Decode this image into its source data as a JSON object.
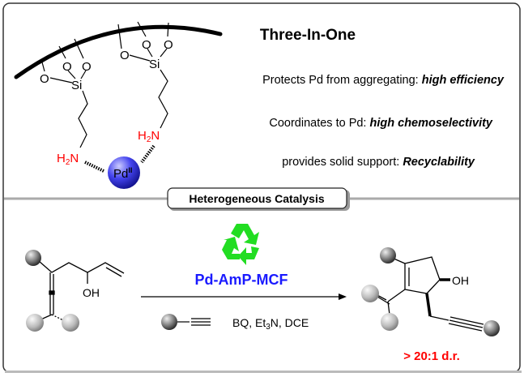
{
  "title": "Three-In-One",
  "features": [
    {
      "prefix": "Protects Pd from aggregating: ",
      "highlight": "high efficiency"
    },
    {
      "prefix": "Coordinates to Pd: ",
      "highlight": "high chemoselectivity"
    },
    {
      "prefix": "provides solid support: ",
      "highlight": "Recyclability"
    }
  ],
  "support": {
    "oxygen": "O",
    "silicon": "Si",
    "amine": "H",
    "amine_sub": "2",
    "amine_n": "N",
    "metal": "Pd",
    "metal_ox": "II"
  },
  "section_label": "Heterogeneous Catalysis",
  "reaction": {
    "catalyst": "Pd-AmP-MCF",
    "reagents_a": "BQ, Et",
    "reagents_sub": "3",
    "reagents_b": "N, DCE",
    "reactant_oh": "OH",
    "product_oh": "OH",
    "selectivity": "> 20:1 d.r."
  },
  "colors": {
    "amine": "#ff0000",
    "catalyst": "#1a1aff",
    "recycle": "#22dd22",
    "selectivity": "#ff0000",
    "pd": "#3333ee"
  }
}
